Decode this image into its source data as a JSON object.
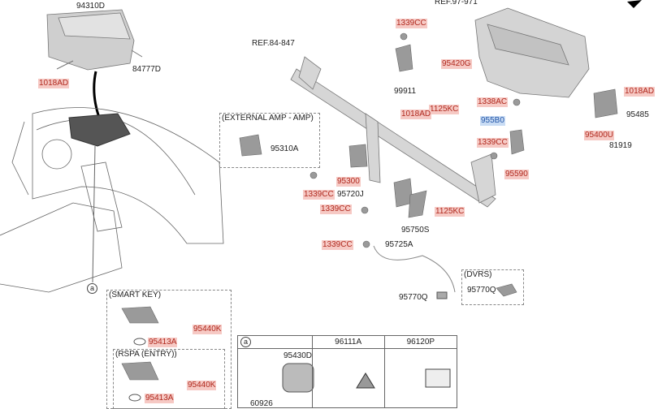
{
  "labels": {
    "module_94310D": "94310D",
    "bolt_1018AD_top": "1018AD",
    "screw_84777D": "84777D",
    "ref_84_847": "REF.84-847",
    "ref_97_971": "REF.97-971",
    "external_amp_title": "(EXTERNAL AMP - AMP)",
    "amp_95310A": "95310A",
    "nut_1339CC_a": "1339CC",
    "nut_1339CC_b": "1339CC",
    "bracket_95420G": "95420G",
    "bracket_99911": "99911",
    "bolt_1125KC_a": "1125KC",
    "bolt_1018AD_mid": "1018AD",
    "nut_1338AC": "1338AC",
    "sensor_955B0": "955B0",
    "nut_1339CC_c": "1339CC",
    "unit_95590": "95590",
    "bolt_1018AD_right": "1018AD",
    "bracket_95485": "95485",
    "module_95400U": "95400U",
    "bolt_81919": "81919",
    "unit_95300": "95300",
    "unit_95720J": "95720J",
    "nut_1339CC_d": "1339CC",
    "bolt_1125KC_b": "1125KC",
    "unit_95750S": "95750S",
    "nut_1339CC_e": "1339CC",
    "harness_95725A": "95725A",
    "dvrs_title": "(DVRS)",
    "dvrs_95770Q": "95770Q",
    "camera_95770Q": "95770Q",
    "ref_circle_a": "a",
    "smart_key_title": "(SMART KEY)",
    "smart_key_95440K": "95440K",
    "smart_key_95413A": "95413A",
    "rspa_title": "(RSPA (ENTRY))",
    "rspa_95440K": "95440K",
    "rspa_95413A": "95413A"
  },
  "table": {
    "headers": [
      "a",
      "96111A",
      "96120P"
    ],
    "cell_label_95430D": "95430D",
    "cell_label_partial": "60926"
  },
  "colors": {
    "highlight_red": "#f6c9c4",
    "highlight_blue": "#c9dcf4"
  }
}
